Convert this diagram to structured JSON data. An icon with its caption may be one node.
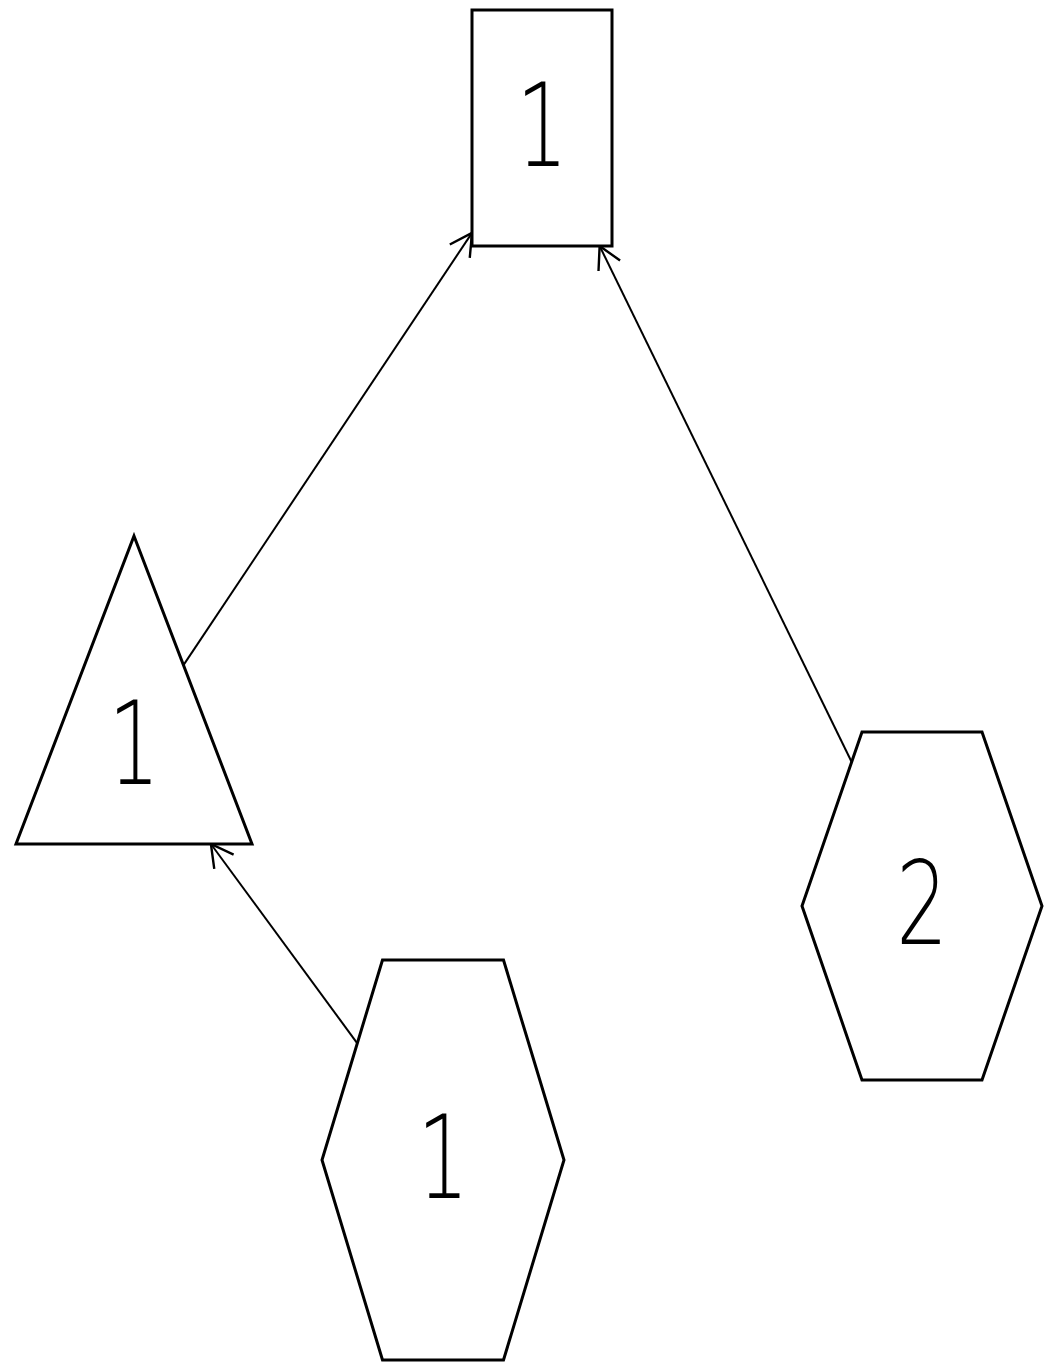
{
  "diagram": {
    "nodes": [
      {
        "text": [
          "1"
        ]
      },
      {
        "text": [
          "1"
        ]
      },
      {
        "text": [
          "2"
        ]
      },
      {
        "text": [
          "1"
        ]
      }
    ],
    "edges": [
      {
        "from": 1,
        "to": 0,
        "arrow": "to"
      },
      {
        "from": 2,
        "to": 0,
        "arrow": "to"
      },
      {
        "from": 3,
        "to": 1,
        "arrow": "to"
      }
    ]
  }
}
